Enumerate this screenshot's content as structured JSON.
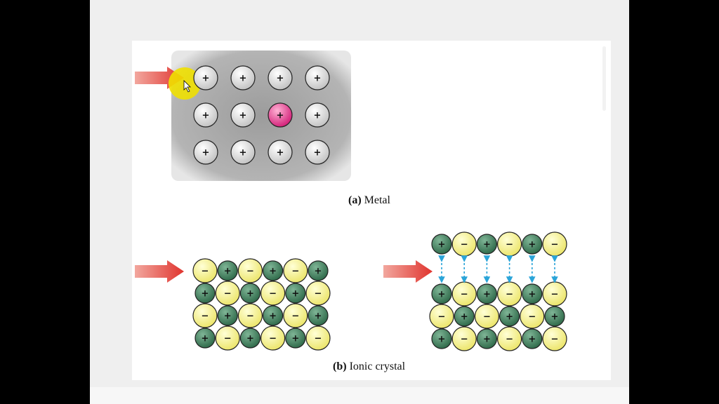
{
  "metal": {
    "caption_letter": "(a)",
    "caption_text": "Metal",
    "grid": [
      [
        "+",
        "+",
        "+",
        "+"
      ],
      [
        "+",
        "+",
        "+",
        "+"
      ],
      [
        "+",
        "+",
        "+",
        "+"
      ]
    ],
    "highlight": {
      "row": 1,
      "col": 2
    }
  },
  "ionic": {
    "caption_letter": "(b)",
    "caption_text": "Ionic crystal",
    "before": [
      [
        "−",
        "+",
        "−",
        "+",
        "−",
        "+"
      ],
      [
        "+",
        "−",
        "+",
        "−",
        "+",
        "−"
      ],
      [
        "−",
        "+",
        "−",
        "+",
        "−",
        "+"
      ],
      [
        "+",
        "−",
        "+",
        "−",
        "+",
        "−"
      ]
    ],
    "after_top": [
      "+",
      "−",
      "+",
      "−",
      "+",
      "−"
    ],
    "after_rest": [
      [
        "+",
        "−",
        "+",
        "−",
        "+",
        "−"
      ],
      [
        "−",
        "+",
        "−",
        "+",
        "−",
        "+"
      ],
      [
        "+",
        "−",
        "+",
        "−",
        "+",
        "−"
      ]
    ]
  },
  "colors": {
    "cation_metal": "#e2e2e2",
    "cation_ionic": "#3f7c5a",
    "anion": "#f3f08e",
    "highlight_ion": "#e23b8c",
    "arrow": "#e0342e",
    "repulsion_arrow": "#2aa4d8",
    "cursor_halo": "#f0e000"
  }
}
